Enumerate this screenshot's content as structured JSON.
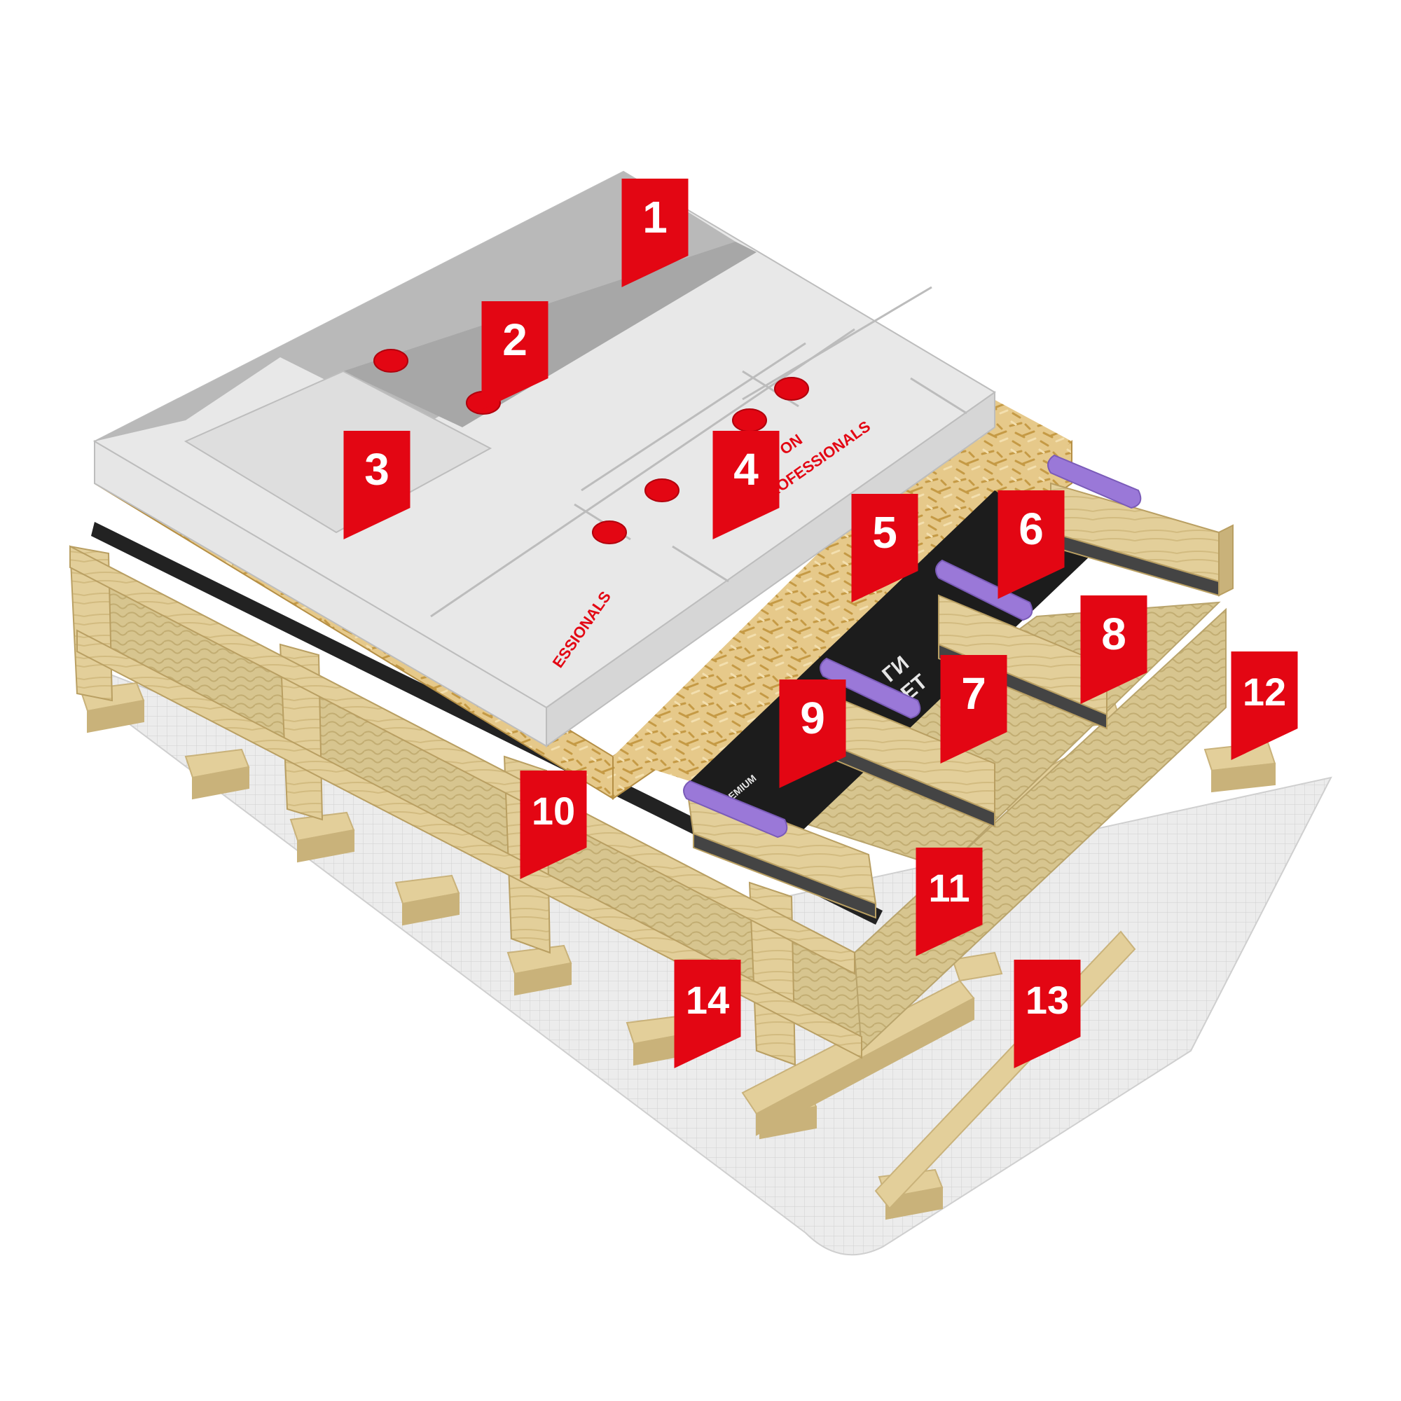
{
  "colors": {
    "marker": "#e30613",
    "marker_text": "#ffffff",
    "board": "#d9d9d9",
    "board_dark": "#b9b9b9",
    "membrane": "#a9a9a9",
    "osb": "#e6c98a",
    "timber": "#e3cf9a",
    "timber_dark": "#c9b27a",
    "wool": "#d7c58f",
    "film": "#1c1c1c",
    "sealant": "#9a78d8",
    "base_sheet": "#ececec"
  },
  "board_print": {
    "line1": "ESSIONALS",
    "line2": "PROFESSIONALS",
    "line3": "ON"
  },
  "film_print": {
    "line1": "ГИ",
    "line2": "ВЕТ",
    "brand": "PREMIUM"
  },
  "markers": [
    {
      "id": "1",
      "label": "1"
    },
    {
      "id": "2",
      "label": "2"
    },
    {
      "id": "3",
      "label": "3"
    },
    {
      "id": "4",
      "label": "4"
    },
    {
      "id": "5",
      "label": "5"
    },
    {
      "id": "6",
      "label": "6"
    },
    {
      "id": "7",
      "label": "7"
    },
    {
      "id": "8",
      "label": "8"
    },
    {
      "id": "9",
      "label": "9"
    },
    {
      "id": "10",
      "label": "10"
    },
    {
      "id": "11",
      "label": "11"
    },
    {
      "id": "12",
      "label": "12"
    },
    {
      "id": "13",
      "label": "13"
    },
    {
      "id": "14",
      "label": "14"
    }
  ]
}
